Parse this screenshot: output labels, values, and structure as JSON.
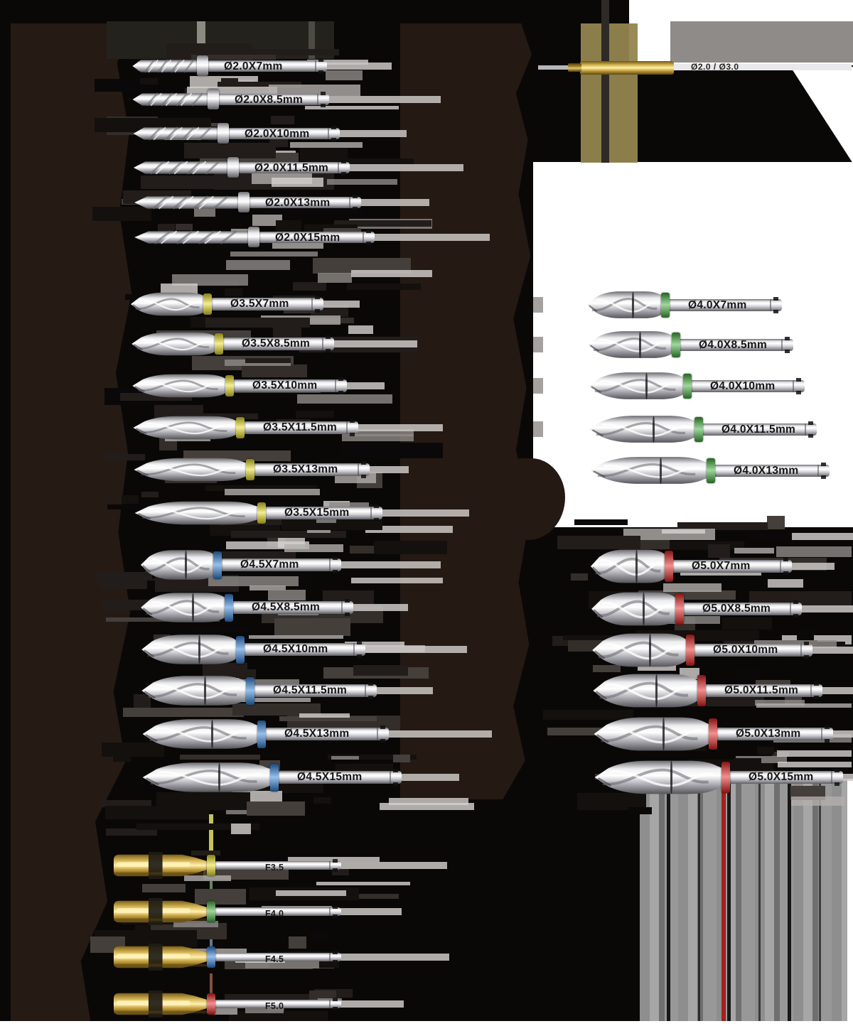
{
  "page": {
    "description": "Dental implant surgical drill kit diagram with twist drills, body drills, bone taps and a depth gauge",
    "bg_color": "#0a0807",
    "band_colors": {
      "yellow": "#e8dc20",
      "green": "#3fae3a",
      "blue": "#2e7fd6",
      "red": "#e3201e"
    }
  },
  "gauge": {
    "label": "Ø2.0 / Ø3.0"
  },
  "series": [
    {
      "id": "drills-2.0",
      "kind": "drill",
      "tip": "twist",
      "band_color": "silver",
      "depth_mark": false,
      "white_bg": false,
      "body_h": 26,
      "shaft_h": 16,
      "rows": [
        {
          "label": "Ø2.0X7mm",
          "geom": [
            93,
            185,
            283,
            460
          ]
        },
        {
          "label": "Ø2.0X8.5mm",
          "geom": [
            140,
            185,
            298,
            463
          ]
        },
        {
          "label": "Ø2.0X10mm",
          "geom": [
            188,
            186,
            312,
            478
          ]
        },
        {
          "label": "Ø2.0X11.5mm",
          "geom": [
            236,
            186,
            326,
            492
          ]
        },
        {
          "label": "Ø2.0X13mm",
          "geom": [
            285,
            187,
            341,
            508
          ]
        },
        {
          "label": "Ø2.0X15mm",
          "geom": [
            334,
            187,
            355,
            527
          ]
        }
      ]
    },
    {
      "id": "drills-3.5",
      "kind": "drill",
      "tip": "bullet",
      "band_color": "#e8dc20",
      "depth_mark": false,
      "white_bg": false,
      "body_h": 36,
      "shaft_h": 18,
      "rows": [
        {
          "label": "Ø3.5X7mm",
          "geom": [
            428,
            183,
            292,
            455
          ]
        },
        {
          "label": "Ø3.5X8.5mm",
          "geom": [
            484,
            184,
            308,
            470
          ]
        },
        {
          "label": "Ø3.5X10mm",
          "geom": [
            543,
            185,
            323,
            488
          ]
        },
        {
          "label": "Ø3.5X11.5mm",
          "geom": [
            602,
            186,
            338,
            504
          ]
        },
        {
          "label": "Ø3.5X13mm",
          "geom": [
            661,
            187,
            352,
            520
          ]
        },
        {
          "label": "Ø3.5X15mm",
          "geom": [
            722,
            188,
            368,
            538
          ]
        }
      ]
    },
    {
      "id": "drills-4.5",
      "kind": "drill",
      "tip": "bullet",
      "band_color": "#2e7fd6",
      "depth_mark": true,
      "white_bg": false,
      "body_h": 46,
      "shaft_h": 18,
      "rows": [
        {
          "label": "Ø4.5X7mm",
          "geom": [
            795,
            197,
            306,
            480
          ]
        },
        {
          "label": "Ø4.5X8.5mm",
          "geom": [
            855,
            197,
            322,
            497
          ]
        },
        {
          "label": "Ø4.5X10mm",
          "geom": [
            914,
            198,
            338,
            514
          ]
        },
        {
          "label": "Ø4.5X11.5mm",
          "geom": [
            972,
            198,
            352,
            530
          ]
        },
        {
          "label": "Ø4.5X13mm",
          "geom": [
            1033,
            199,
            368,
            547
          ]
        },
        {
          "label": "Ø4.5X15mm",
          "geom": [
            1094,
            199,
            386,
            565
          ]
        }
      ]
    },
    {
      "id": "drills-4.0",
      "kind": "drill",
      "tip": "bullet",
      "band_color": "#3fae3a",
      "depth_mark": true,
      "white_bg": true,
      "body_h": 42,
      "shaft_h": 17,
      "rows": [
        {
          "label": "Ø4.0X7mm",
          "geom": [
            429,
            825,
            936,
            1100
          ]
        },
        {
          "label": "Ø4.0X8.5mm",
          "geom": [
            485,
            826,
            951,
            1116
          ]
        },
        {
          "label": "Ø4.0X10mm",
          "geom": [
            543,
            827,
            967,
            1132
          ]
        },
        {
          "label": "Ø4.0X11.5mm",
          "geom": [
            604,
            828,
            983,
            1149
          ]
        },
        {
          "label": "Ø4.0X13mm",
          "geom": [
            662,
            829,
            1000,
            1167
          ]
        }
      ]
    },
    {
      "id": "drills-5.0",
      "kind": "drill",
      "tip": "bullet",
      "band_color": "#e3201e",
      "depth_mark": true,
      "white_bg": false,
      "body_h": 52,
      "shaft_h": 18,
      "rows": [
        {
          "label": "Ø5.0X7mm",
          "geom": [
            797,
            830,
            941,
            1114
          ]
        },
        {
          "label": "Ø5.0X8.5mm",
          "geom": [
            857,
            831,
            956,
            1128
          ]
        },
        {
          "label": "Ø5.0X10mm",
          "geom": [
            915,
            832,
            971,
            1143
          ]
        },
        {
          "label": "Ø5.0X11.5mm",
          "geom": [
            972,
            833,
            987,
            1157
          ]
        },
        {
          "label": "Ø5.0X13mm",
          "geom": [
            1033,
            834,
            1003,
            1172
          ]
        },
        {
          "label": "Ø5.0X15mm",
          "geom": [
            1094,
            835,
            1021,
            1186
          ]
        }
      ]
    },
    {
      "id": "taps",
      "kind": "tap",
      "tip": "tap",
      "depth_mark": false,
      "white_bg": false,
      "body_h": 38,
      "shaft_h": 12,
      "rows": [
        {
          "label": "F3.5",
          "band_color": "#e8dc20",
          "geom": [
            1218,
            158,
            297,
            480
          ]
        },
        {
          "label": "F4.0",
          "band_color": "#3fae3a",
          "geom": [
            1283,
            158,
            297,
            480
          ]
        },
        {
          "label": "F4.5",
          "band_color": "#2e7fd6",
          "geom": [
            1347,
            158,
            297,
            480
          ]
        },
        {
          "label": "F5.0",
          "band_color": "#e3201e",
          "geom": [
            1413,
            158,
            297,
            480
          ]
        }
      ]
    }
  ]
}
